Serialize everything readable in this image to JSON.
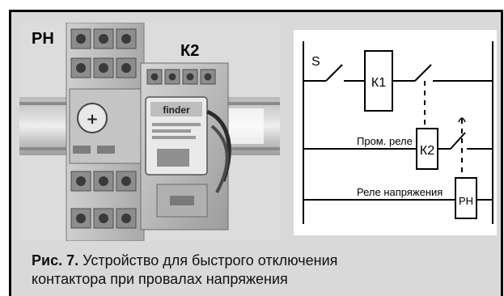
{
  "photo": {
    "label_ph": "РН",
    "label_k2": "К2",
    "relay_brand": "finder"
  },
  "schematic": {
    "switch_label": "S",
    "coil_k1": "К1",
    "coil_k2": "К2",
    "coil_ph": "РН",
    "intermediate_relay_label": "Пром. реле",
    "voltage_relay_label": "Реле напряжения"
  },
  "caption": {
    "figure_number": "Рис. 7.",
    "line1_text": "Устройство для быстрого отключения",
    "line2_text": "контактора при провалах напряжения"
  },
  "colors": {
    "frame_background": "#d9d9d9",
    "border": "#000000",
    "schematic_background": "#ffffff"
  }
}
